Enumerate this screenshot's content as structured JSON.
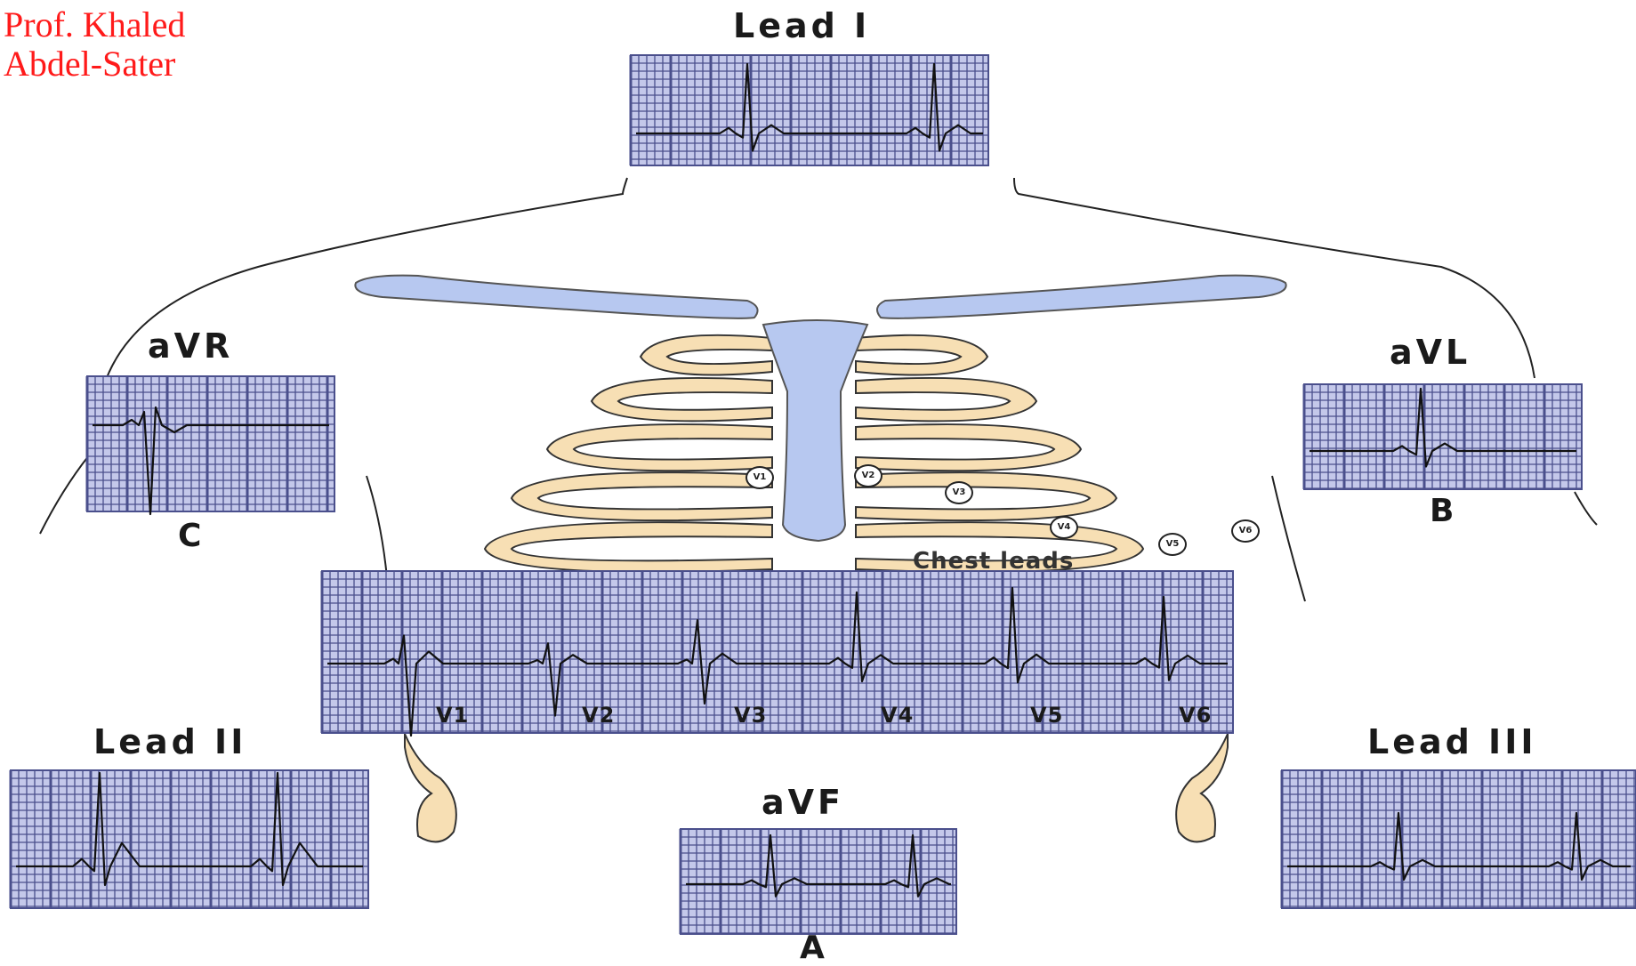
{
  "author": {
    "line1": "Prof. Khaled",
    "line2": "Abdel-Sater"
  },
  "labels": {
    "lead_i": "Lead I",
    "avr": "aVR",
    "avl": "aVL",
    "lead_ii": "Lead II",
    "lead_iii": "Lead III",
    "avf": "aVF",
    "letter_c": "C",
    "letter_b": "B",
    "letter_a": "A",
    "chest_leads": "Chest leads"
  },
  "chest_strip_labels": [
    "V1",
    "V2",
    "V3",
    "V4",
    "V5",
    "V6"
  ],
  "electrodes": [
    "V1",
    "V2",
    "V3",
    "V4",
    "V5",
    "V6"
  ],
  "colors": {
    "grid_fill": "#c4c8ea",
    "grid_line": "#4a4f8c",
    "trace": "#111111",
    "rib": "#f7dfb4",
    "rib_outline": "#333333",
    "clavicle": "#b7c8f0",
    "author_text": "#ff1a1a"
  }
}
